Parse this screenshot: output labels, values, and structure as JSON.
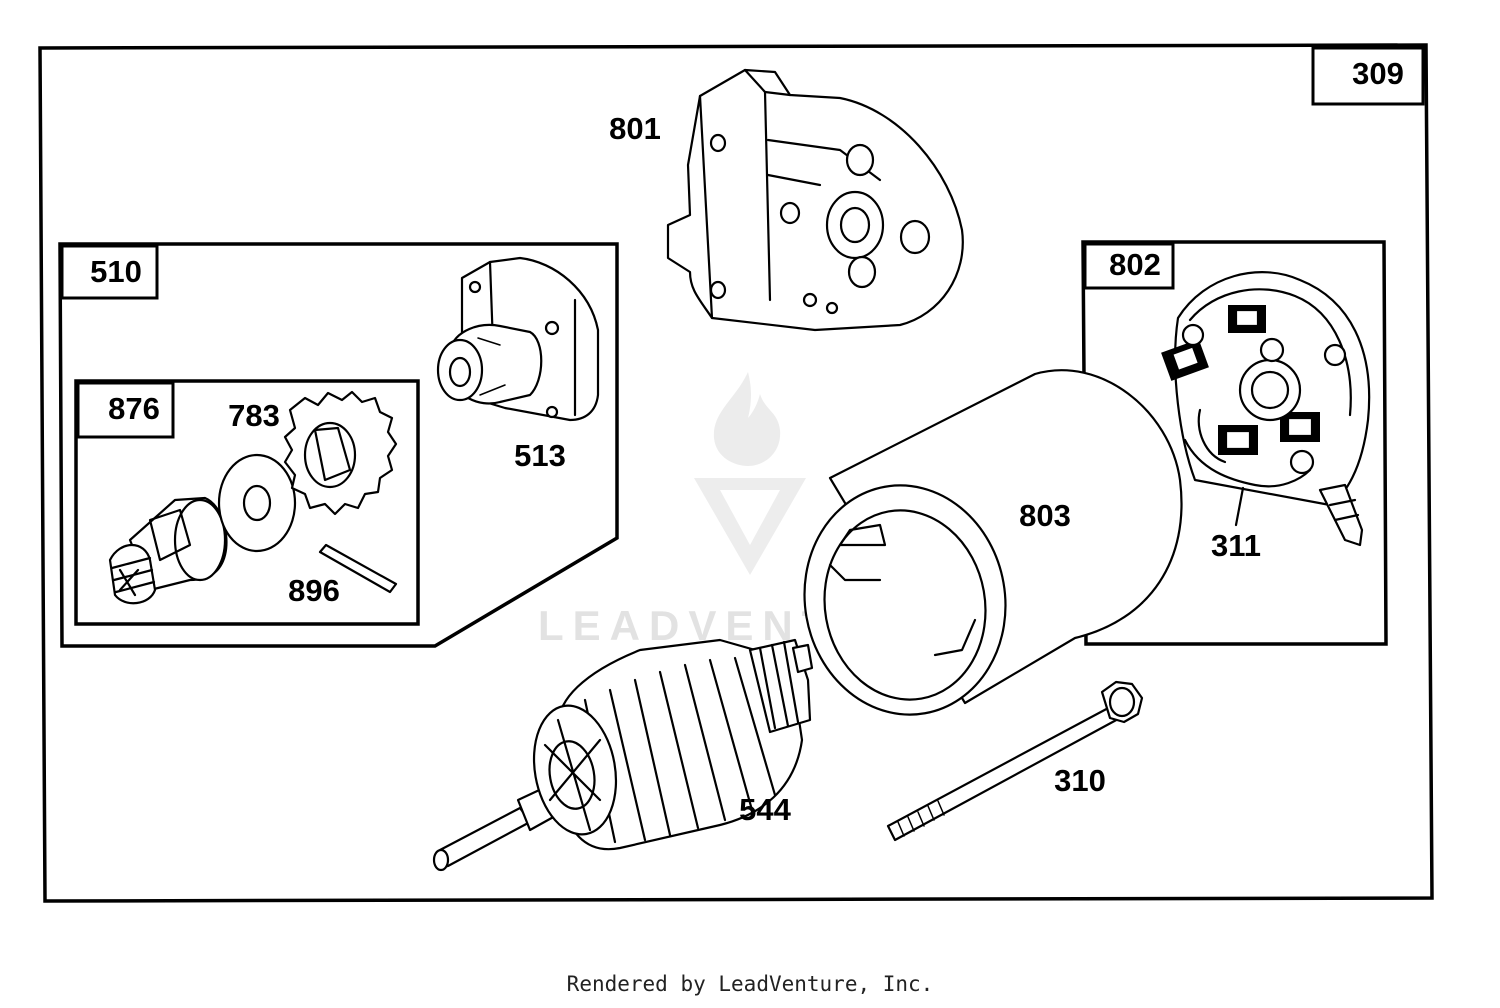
{
  "diagram": {
    "assembly_number": "309",
    "subassemblies": [
      {
        "id": "510"
      },
      {
        "id": "876"
      },
      {
        "id": "802"
      }
    ],
    "parts": [
      {
        "number": "801"
      },
      {
        "number": "510"
      },
      {
        "number": "513"
      },
      {
        "number": "876"
      },
      {
        "number": "783"
      },
      {
        "number": "896"
      },
      {
        "number": "802"
      },
      {
        "number": "803"
      },
      {
        "number": "311"
      },
      {
        "number": "544"
      },
      {
        "number": "310"
      }
    ],
    "watermark": "LEADVENTURE"
  },
  "footer": {
    "credit": "Rendered by LeadVenture, Inc."
  },
  "colors": {
    "line": "#000000",
    "background": "#ffffff",
    "watermark": "#e2e2e2"
  }
}
